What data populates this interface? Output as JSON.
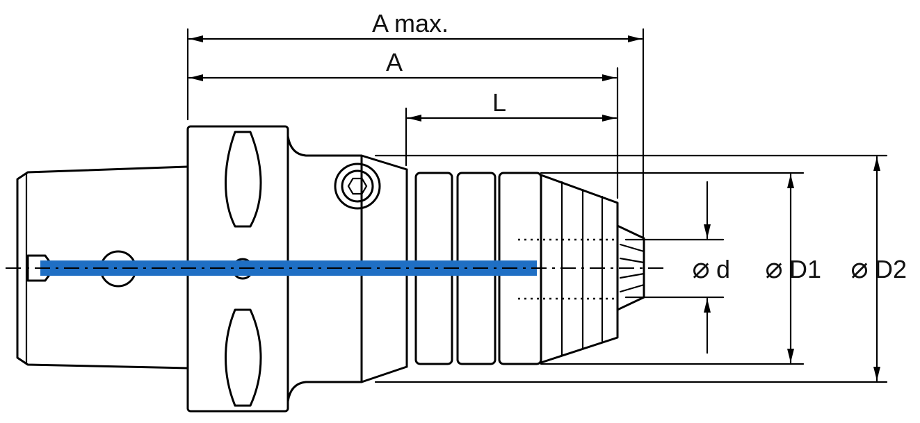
{
  "labels": {
    "a_max": "A max.",
    "a": "A",
    "l": "L",
    "d": "d",
    "d1": "D1",
    "d2": "D2",
    "diameter_symbol": "⌀"
  },
  "colors": {
    "axis_highlight": "#1f6fc4",
    "line": "#000000",
    "background": "#ffffff"
  }
}
